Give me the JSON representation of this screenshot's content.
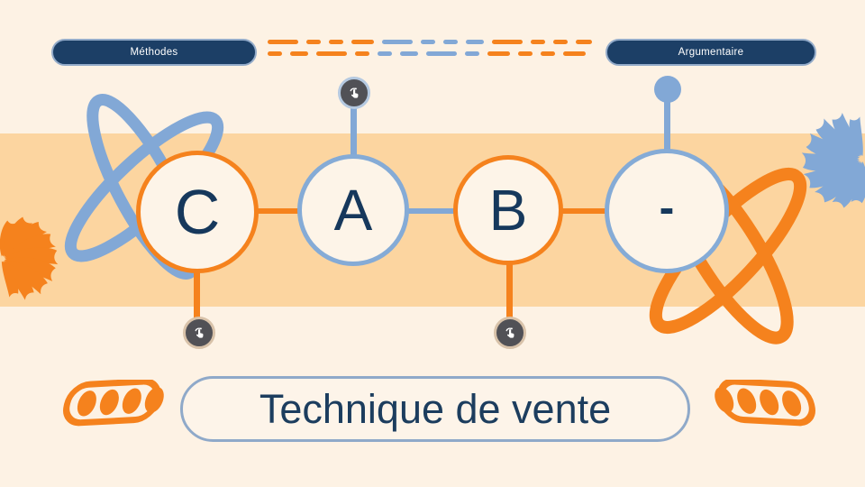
{
  "colors": {
    "background": "#fdf2e4",
    "band": "#fcd5a0",
    "orange_accent": "#f5821d",
    "blue_accent": "#82a8d6",
    "navy_fill": "#1c3f66",
    "navy_text": "#16385c",
    "pill_border": "#93abc9",
    "tap_dot_gray": "#515156"
  },
  "top_nav": {
    "left_button": "Méthodes",
    "right_button": "Argumentaire"
  },
  "divider": {
    "row1": [
      {
        "color": "orange",
        "width": 34
      },
      {
        "color": "orange",
        "width": 16
      },
      {
        "color": "orange",
        "width": 16
      },
      {
        "color": "orange",
        "width": 25
      },
      {
        "color": "blue",
        "width": 34
      },
      {
        "color": "blue",
        "width": 16
      },
      {
        "color": "blue",
        "width": 16
      },
      {
        "color": "blue",
        "width": 20
      },
      {
        "color": "orange",
        "width": 34
      },
      {
        "color": "orange",
        "width": 16
      },
      {
        "color": "orange",
        "width": 16
      },
      {
        "color": "orange",
        "width": 18
      }
    ],
    "row2": [
      {
        "color": "orange",
        "width": 16
      },
      {
        "color": "orange",
        "width": 20
      },
      {
        "color": "orange",
        "width": 34
      },
      {
        "color": "orange",
        "width": 16
      },
      {
        "color": "blue",
        "width": 16
      },
      {
        "color": "blue",
        "width": 20
      },
      {
        "color": "blue",
        "width": 34
      },
      {
        "color": "blue",
        "width": 16
      },
      {
        "color": "orange",
        "width": 25
      },
      {
        "color": "orange",
        "width": 16
      },
      {
        "color": "orange",
        "width": 16
      },
      {
        "color": "orange",
        "width": 25
      }
    ]
  },
  "diagram": {
    "nodes": [
      {
        "letter": "C",
        "accent": "orange"
      },
      {
        "letter": "A",
        "accent": "blue"
      },
      {
        "letter": "B",
        "accent": "orange"
      },
      {
        "letter": "-",
        "accent": "blue"
      }
    ],
    "tap_icon": "tap-gesture"
  },
  "footer": {
    "title": "Technique de vente"
  }
}
